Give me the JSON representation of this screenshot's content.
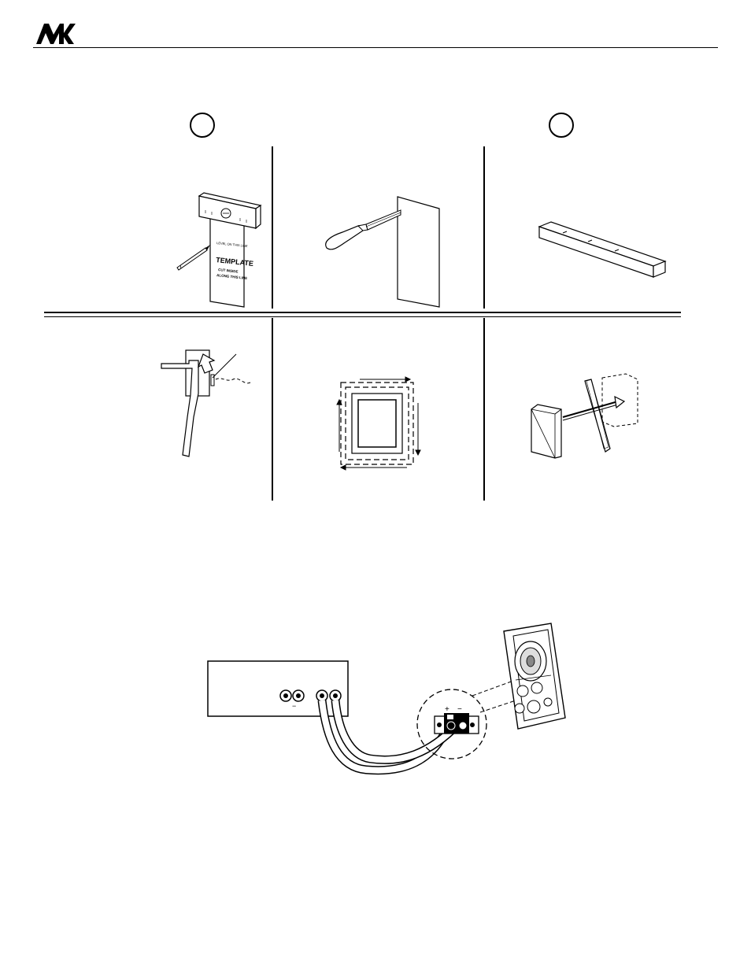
{
  "header": {
    "logo_alt": "MK"
  },
  "steps": {
    "panel_a": {
      "template_strip": "LEVEL ON THIS LINE",
      "template_title": "TEMPLATE",
      "template_line_1": "CUT INSIDE",
      "template_line_2": "ALONG THIS LINE"
    }
  },
  "wiring": {
    "plus": "+",
    "minus": "−"
  }
}
